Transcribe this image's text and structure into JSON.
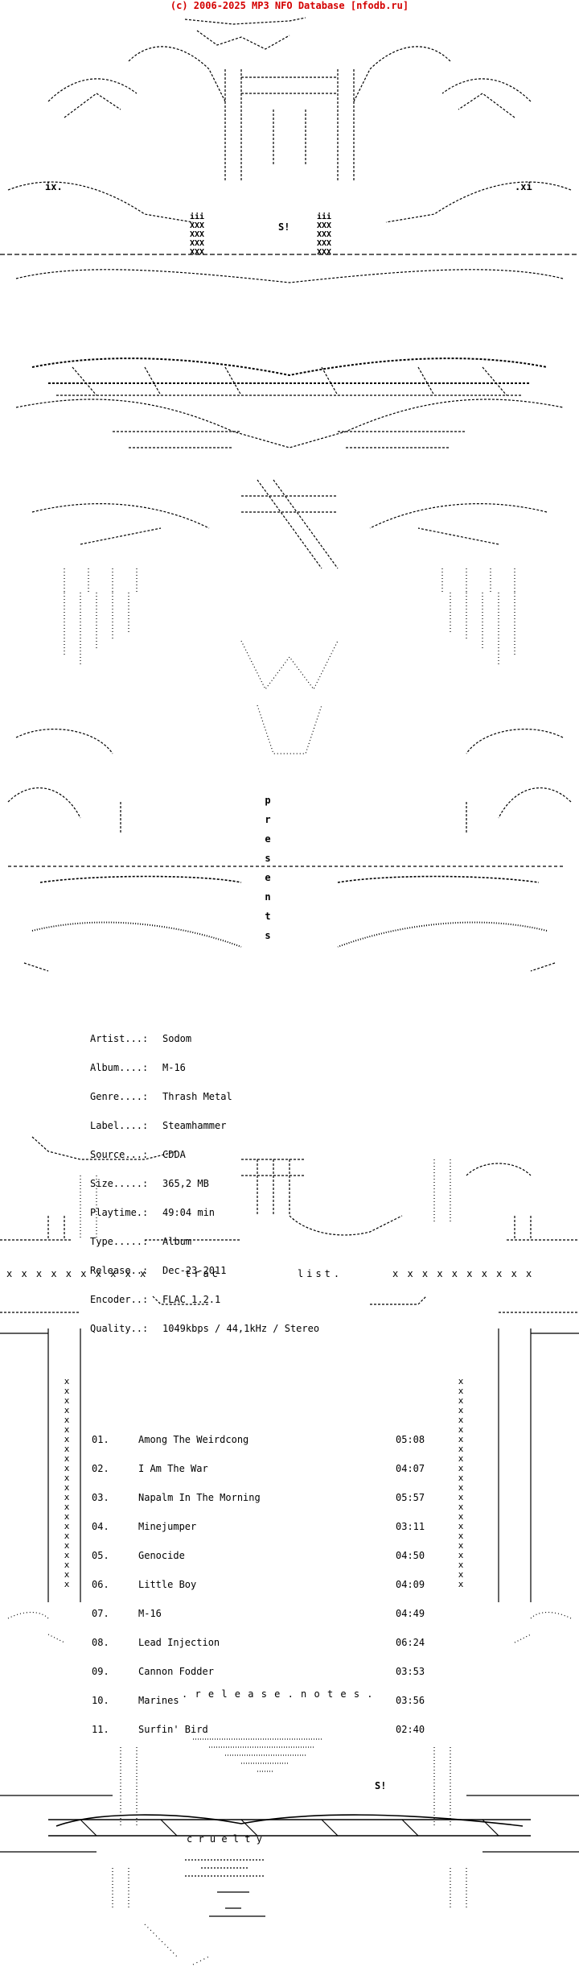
{
  "copyright": "(c) 2006-2025 MP3 NFO Database [nfodb.ru]",
  "logo": {
    "tags": [
      "ix.",
      ".xi",
      "S!"
    ],
    "icon": "ascii-dragon-logo"
  },
  "presents": [
    "p",
    "r",
    "e",
    "s",
    "e",
    "n",
    "t",
    "s"
  ],
  "release_info": [
    {
      "key": "Artist...:",
      "value": "Sodom"
    },
    {
      "key": "Album....:",
      "value": "M-16"
    },
    {
      "key": "Genre....:",
      "value": "Thrash Metal"
    },
    {
      "key": "Label....:",
      "value": "Steamhammer"
    },
    {
      "key": "Source...:",
      "value": "CDDA"
    },
    {
      "key": "Size.....:",
      "value": "365,2 MB"
    },
    {
      "key": "Playtime.:",
      "value": "49:04 min"
    },
    {
      "key": "Type.....:",
      "value": "Album"
    },
    {
      "key": "Release..:",
      "value": "Dec-23-2011"
    },
    {
      "key": "Encoder..:",
      "value": "FLAC 1.2.1"
    },
    {
      "key": "Quality..:",
      "value": "1049kbps / 44,1kHz / Stereo"
    }
  ],
  "tracklist_header": {
    "label": "trac",
    "label2": "list.",
    "marks_left": "x x x x x x x x x x",
    "marks_right": "x x x x x x x x x x"
  },
  "tracks": [
    {
      "num": "01.",
      "title": "Among The Weirdcong",
      "time": "05:08"
    },
    {
      "num": "02.",
      "title": "I Am The War",
      "time": "04:07"
    },
    {
      "num": "03.",
      "title": "Napalm In The Morning",
      "time": "05:57"
    },
    {
      "num": "04.",
      "title": "Minejumper",
      "time": "03:11"
    },
    {
      "num": "05.",
      "title": "Genocide",
      "time": "04:50"
    },
    {
      "num": "06.",
      "title": "Little Boy",
      "time": "04:09"
    },
    {
      "num": "07.",
      "title": "M-16",
      "time": "04:49"
    },
    {
      "num": "08.",
      "title": "Lead Injection",
      "time": "06:24"
    },
    {
      "num": "09.",
      "title": "Cannon Fodder",
      "time": "03:53"
    },
    {
      "num": "10.",
      "title": "Marines",
      "time": "03:56"
    },
    {
      "num": "11.",
      "title": "Surfin' Bird",
      "time": "02:40"
    }
  ],
  "release_notes_label": ". r e l e a s e . n o t e s .",
  "footer": {
    "tag": "S!",
    "subtitle": "c r u e l t y"
  }
}
